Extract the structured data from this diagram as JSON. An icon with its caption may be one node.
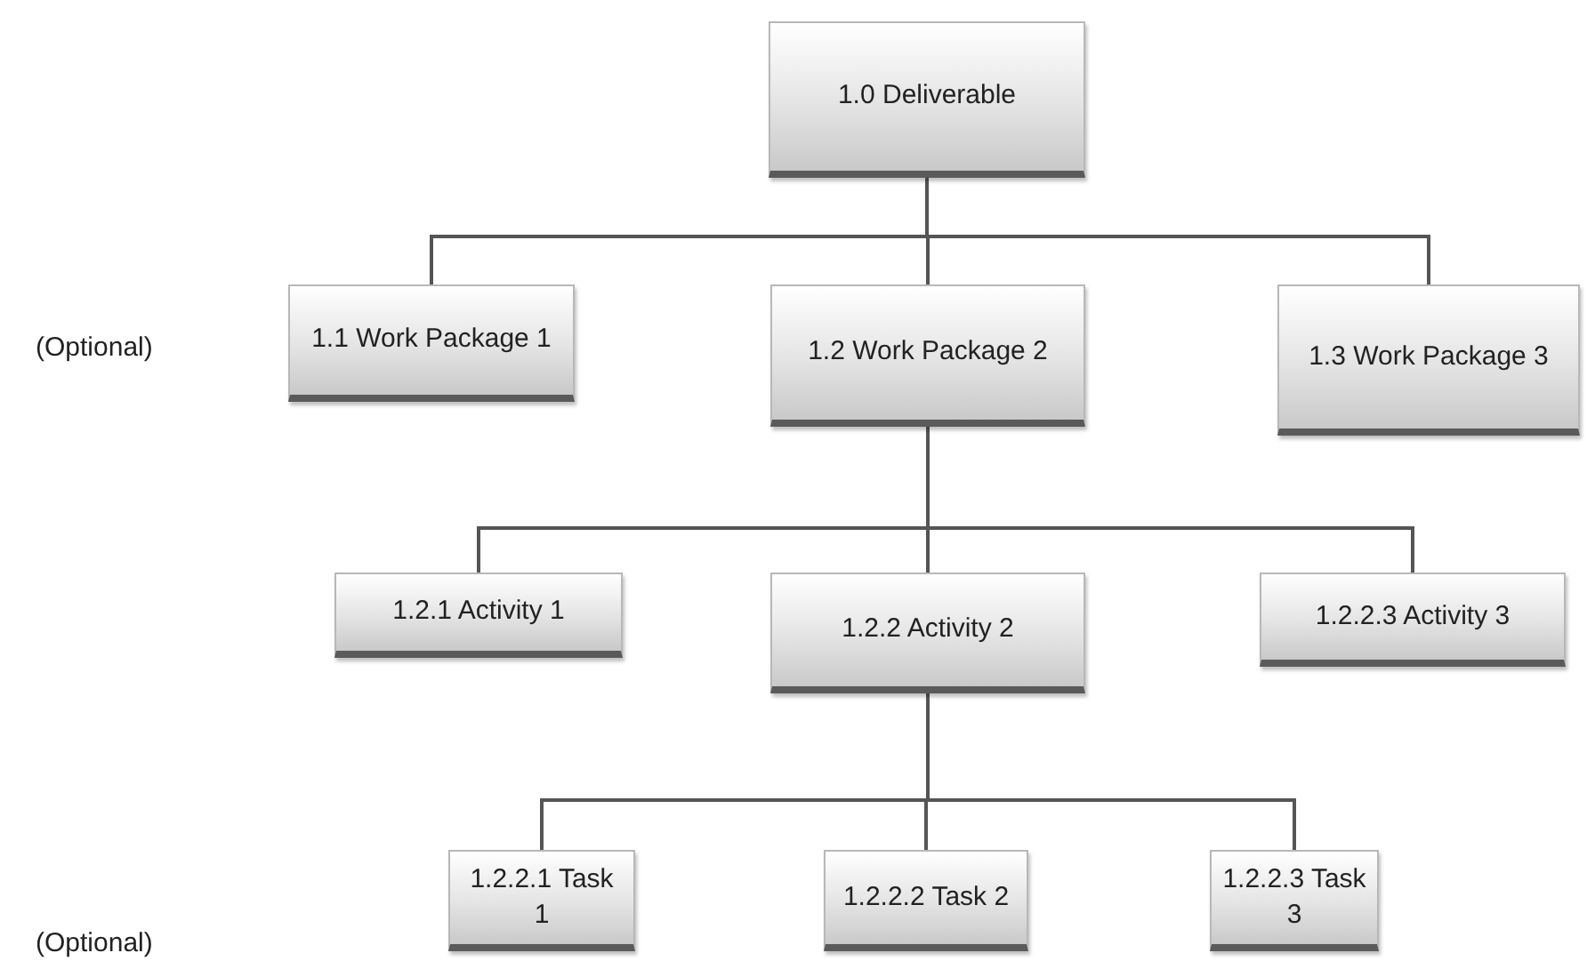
{
  "diagram": {
    "nodes": [
      {
        "text": [
          "1.0 Deliverable"
        ]
      },
      {
        "text": [
          "1.1 Work Package 1"
        ]
      },
      {
        "text": [
          "1.2 Work Package 2"
        ]
      },
      {
        "text": [
          "1.3 Work Package 3"
        ]
      },
      {
        "text": [
          "1.2.1 Activity 1"
        ]
      },
      {
        "text": [
          "1.2.2 Activity 2"
        ]
      },
      {
        "text": [
          "1.2.2.3 Activity 3"
        ]
      },
      {
        "text": [
          "1.2.2.1 Task 1"
        ]
      },
      {
        "text": [
          "1.2.2.2 Task 2"
        ]
      },
      {
        "text": [
          "1.2.2.3 Task 3"
        ]
      }
    ],
    "edges": [
      {
        "from": 0,
        "to": 1,
        "arrow": "none"
      },
      {
        "from": 0,
        "to": 2,
        "arrow": "none"
      },
      {
        "from": 0,
        "to": 3,
        "arrow": "none"
      },
      {
        "from": 2,
        "to": 4,
        "arrow": "none"
      },
      {
        "from": 2,
        "to": 5,
        "arrow": "none"
      },
      {
        "from": 2,
        "to": 6,
        "arrow": "none"
      },
      {
        "from": 5,
        "to": 7,
        "arrow": "none"
      },
      {
        "from": 5,
        "to": 8,
        "arrow": "none"
      },
      {
        "from": 5,
        "to": 9,
        "arrow": "none"
      }
    ],
    "labels": [
      "(Optional)",
      "(Optional)"
    ]
  }
}
